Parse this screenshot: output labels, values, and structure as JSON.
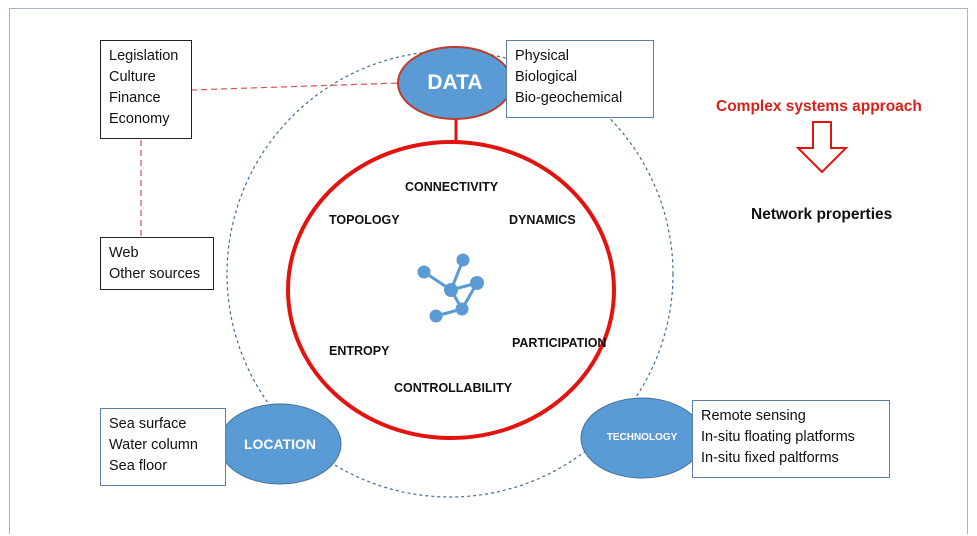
{
  "colors": {
    "ellipse_fill": "#5b9bd5",
    "ellipse_stroke": "#41719c",
    "data_stroke": "#c0392b",
    "ring_red": "#e3140f",
    "dashed_blue": "#3e6f9e",
    "dashed_red": "#d9534f",
    "title_red": "#d9201a"
  },
  "nodes": {
    "data": "DATA",
    "location": "LOCATION",
    "technology": "TECHNOLOGY"
  },
  "boxes": {
    "governance": [
      "Legislation",
      "Culture",
      "Finance",
      "Economy"
    ],
    "sources": [
      "Web",
      "Other sources"
    ],
    "data_types": [
      "Physical",
      "Biological",
      "Bio-geochemical"
    ],
    "location_types": [
      "Sea surface",
      "Water column",
      "Sea floor"
    ],
    "technology_types": [
      "Remote sensing",
      "In-situ floating platforms",
      "In-situ fixed paltforms"
    ]
  },
  "properties": {
    "connectivity": "CONNECTIVITY",
    "topology": "TOPOLOGY",
    "dynamics": "DYNAMICS",
    "entropy": "ENTROPY",
    "participation": "PARTICIPATION",
    "controllability": "CONTROLLABILITY"
  },
  "right_panel": {
    "approach": "Complex systems approach",
    "network_properties": "Network properties"
  }
}
